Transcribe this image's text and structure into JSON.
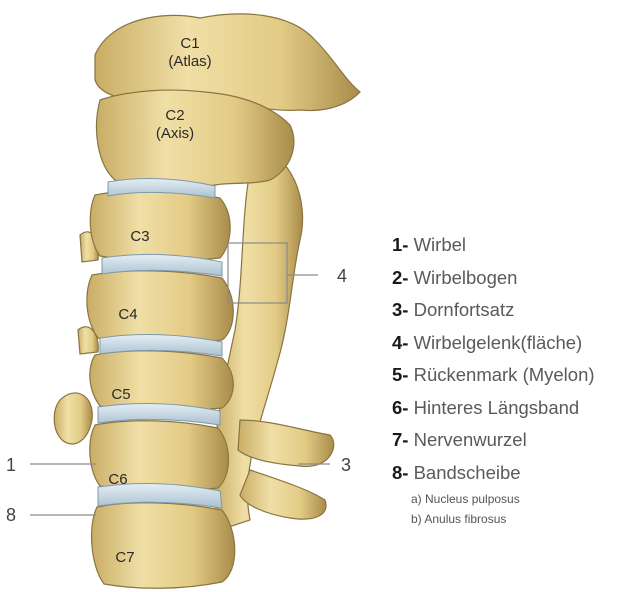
{
  "vertebrae": {
    "c1": "C1",
    "c1_alt": "(Atlas)",
    "c2": "C2",
    "c2_alt": "(Axis)",
    "c3": "C3",
    "c4": "C4",
    "c5": "C5",
    "c6": "C6",
    "c7": "C7"
  },
  "callouts": {
    "n1": "1",
    "n3": "3",
    "n4": "4",
    "n8": "8"
  },
  "legend": {
    "items": [
      {
        "num": "1-",
        "label": " Wirbel"
      },
      {
        "num": "2-",
        "label": " Wirbelbogen"
      },
      {
        "num": "3-",
        "label": " Dornfortsatz"
      },
      {
        "num": "4-",
        "label": " Wirbelgelenk(fläche)"
      },
      {
        "num": "5-",
        "label": " Rückenmark (Myelon)"
      },
      {
        "num": "6-",
        "label": " Hinteres Längsband"
      },
      {
        "num": "7-",
        "label": " Nervenwurzel"
      },
      {
        "num": "8-",
        "label": " Bandscheibe"
      }
    ],
    "sub": [
      "a) Nucleus pulposus",
      "b) Anulus fibrosus"
    ]
  },
  "colors": {
    "bone": "#e6d394",
    "bone_dark": "#bfa35e",
    "bone_shadow": "#8a7440",
    "disc": "#c6d6e2",
    "line": "#8a8a8a"
  }
}
